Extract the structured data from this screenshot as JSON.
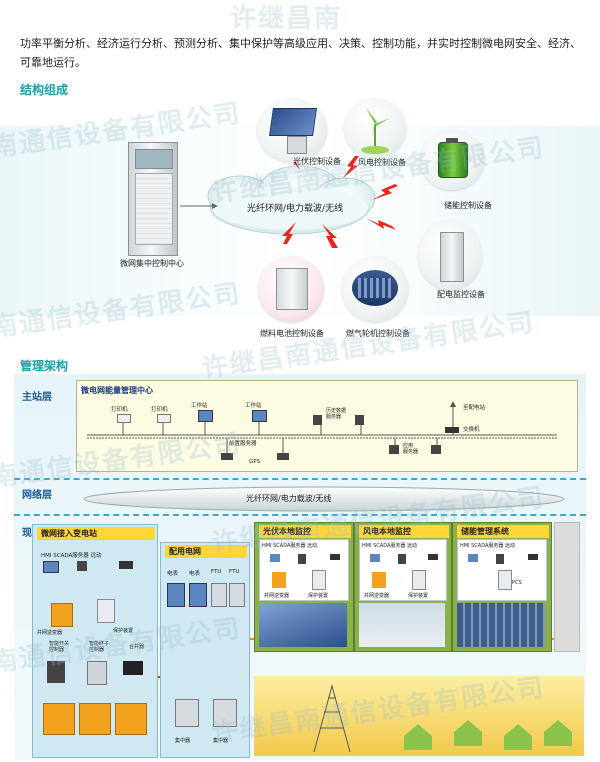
{
  "intro_text": "功率平衡分析、经济运行分析、预测分析、集中保护等高级应用、决策、控制功能，并实时控制微电网安全、经济、可靠地运行。",
  "section1": {
    "title": "结构组成",
    "cloud_label": "光纤环网/电力载波/无线",
    "center_label": "微网集中控制中心",
    "devices": {
      "pv": "光伏控制设备",
      "wind": "风电控制设备",
      "storage": "储能控制设备",
      "distribution": "配电监控设备",
      "gas": "燃气轮机控制设备",
      "fuel": "燃料电池控制设备"
    }
  },
  "section2": {
    "title": "管理架构",
    "layers": {
      "master": "主站层",
      "network": "网络层",
      "field": "现场设备层"
    },
    "ems_title": "微电网能量管理中心",
    "ems_items": {
      "printer1": "打印机",
      "printer2": "打印机",
      "ws1": "工作站",
      "ws2": "工作站",
      "history": "历史数据\n服务器",
      "pre": "前置服务器",
      "gps": "GPS",
      "app": "应用\n服务器",
      "to_dist": "至配电站",
      "switch": "交换机"
    },
    "network_label": "光纤环网/电力载波/无线",
    "substation": {
      "title": "微网接入变电站",
      "row": "HMI  SCADA服务器  远动",
      "inverter": "并网逆变器",
      "protect": "保护装置",
      "switch_ctrl": "智能开关\n控制器",
      "terminal_ctrl": "智能终子\n控制器",
      "breaker": "合并器"
    },
    "distribution": {
      "title": "配用电网",
      "meter1": "电表",
      "meter2": "电表",
      "ftu1": "FTU",
      "ftu2": "FTU",
      "conc1": "集中器",
      "conc2": "集中器"
    },
    "pv_local": {
      "title": "光伏本地监控",
      "row": "HMI  SCADA服务器  远动",
      "inverter": "并网逆变器",
      "protect": "保护装置"
    },
    "wind_local": {
      "title": "风电本地监控",
      "row": "HMI  SCADA服务器  远动",
      "inverter": "并网逆变器",
      "protect": "保护装置"
    },
    "storage_sys": {
      "title": "储能管理系统",
      "row": "HMI  SCADA服务器  远动",
      "pcs": "PCS"
    }
  },
  "watermark": {
    "text1": "许继昌南通信设备有限公司",
    "text2": "南通信设备有限公司",
    "text3": "许继昌南"
  },
  "colors": {
    "accent": "#1aa0a6",
    "layer_blue": "#1a5a9a",
    "line_red": "#e8261c",
    "bus_orange": "#f08a1c",
    "yellow": "#ffd63a"
  }
}
